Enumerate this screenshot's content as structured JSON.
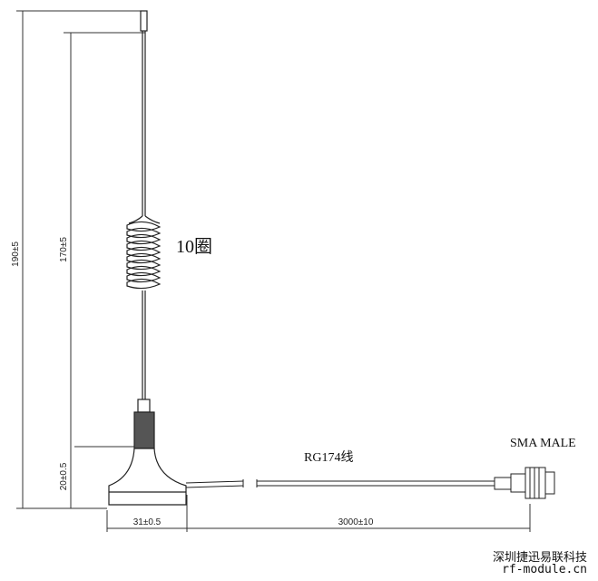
{
  "dimensions": {
    "total_height": "190±5",
    "whip_height": "170±5",
    "base_height": "20±0.5",
    "base_diameter": "31±0.5",
    "cable_length": "3000±10"
  },
  "labels": {
    "coil": "10圈",
    "cable": "RG174线",
    "connector": "SMA MALE"
  },
  "footer": {
    "company": "深圳捷迅易联科技",
    "website": "rf-module.cn"
  }
}
